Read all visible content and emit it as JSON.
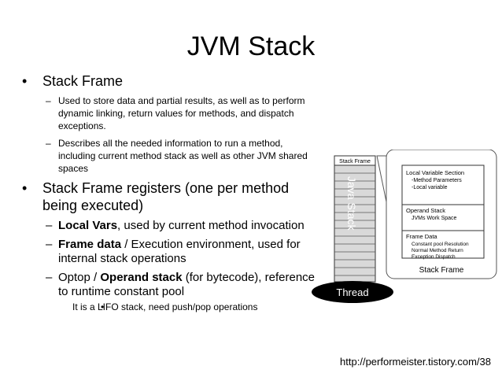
{
  "slide": {
    "title": "JVM Stack",
    "bullets": [
      {
        "text": "Stack Frame",
        "sub": [
          "Used to store data and partial results, as well as to perform dynamic linking, return values for methods, and dispatch exceptions.",
          "Describes all the needed information to run a method, including current method stack as well as other JVM shared spaces"
        ]
      },
      {
        "text": "Stack Frame registers (one per method being executed)",
        "sub": [
          {
            "bold": "Local Vars",
            "rest": ", used by current method invocation"
          },
          {
            "bold": "Frame data",
            "rest": " / Execution environment, used for internal stack operations"
          },
          {
            "pre": "Optop / ",
            "bold": "Operand stack",
            "rest": " (for bytecode), reference to runtime constant pool"
          }
        ],
        "subsub": [
          "It is a LIFO stack, need push/pop operations"
        ]
      }
    ],
    "footer": "http://performeister.tistory.com/38"
  },
  "diagram": {
    "stack_header": "Stack Frame",
    "vertical_label": "Java Stack",
    "thread_label": "Thread",
    "local_section": {
      "title": "Local Variable Section",
      "items": [
        "-Method Parameters",
        "-Local variable"
      ]
    },
    "operand_section": {
      "title": "Operand Stack",
      "items": [
        "JVMs Work Space"
      ]
    },
    "frame_data_section": {
      "title": "Frame Data",
      "items": [
        "Constant pool Resolution",
        "Normal Method Return",
        "Exception Dispatch"
      ]
    },
    "frame_label": "Stack Frame",
    "colors": {
      "stack_fill": "#d9d9d9",
      "callout_border": "#555555",
      "thread_fill": "#000000",
      "thread_text": "#ffffff"
    }
  }
}
